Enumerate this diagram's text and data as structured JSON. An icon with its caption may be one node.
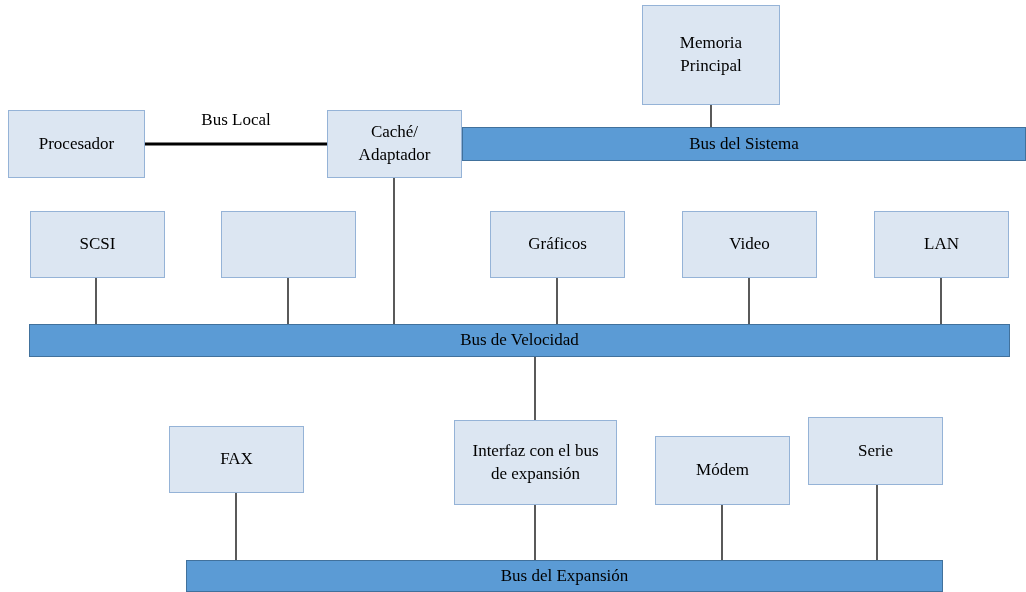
{
  "diagram": {
    "nodes": [
      {
        "text": [
          "Memoria Principal"
        ]
      },
      {
        "text": [
          "Procesador"
        ]
      },
      {
        "text": [
          "Caché/ Adaptador"
        ]
      },
      {
        "text": [
          "Bus del Sistema"
        ]
      },
      {
        "text": [
          "SCSI"
        ]
      },
      {
        "text": [],
        "shape": "box"
      },
      {
        "text": [
          "Gráficos"
        ]
      },
      {
        "text": [
          "Video"
        ]
      },
      {
        "text": [
          "LAN"
        ]
      },
      {
        "text": [
          "Bus de Velocidad"
        ]
      },
      {
        "text": [
          "FAX"
        ]
      },
      {
        "text": [
          "Interfaz con el bus de expansión"
        ]
      },
      {
        "text": [
          "Módem"
        ]
      },
      {
        "text": [
          "Serie"
        ]
      },
      {
        "text": [
          "Bus del Expansión"
        ]
      }
    ],
    "edges": [
      {
        "from": 0,
        "to": 3,
        "arrow": "none"
      },
      {
        "from": 1,
        "to": 2,
        "arrow": "none",
        "label": "Bus Local",
        "style": "thick"
      },
      {
        "from": 2,
        "to": 9,
        "arrow": "none"
      },
      {
        "from": 4,
        "to": 9,
        "arrow": "none"
      },
      {
        "from": 5,
        "to": 9,
        "arrow": "none"
      },
      {
        "from": 6,
        "to": 9,
        "arrow": "none"
      },
      {
        "from": 7,
        "to": 9,
        "arrow": "none"
      },
      {
        "from": 8,
        "to": 9,
        "arrow": "none"
      },
      {
        "from": 9,
        "to": 11,
        "arrow": "none"
      },
      {
        "from": 10,
        "to": 14,
        "arrow": "none"
      },
      {
        "from": 11,
        "to": 14,
        "arrow": "none"
      },
      {
        "from": 12,
        "to": 14,
        "arrow": "none"
      },
      {
        "from": 13,
        "to": 14,
        "arrow": "none"
      }
    ]
  }
}
